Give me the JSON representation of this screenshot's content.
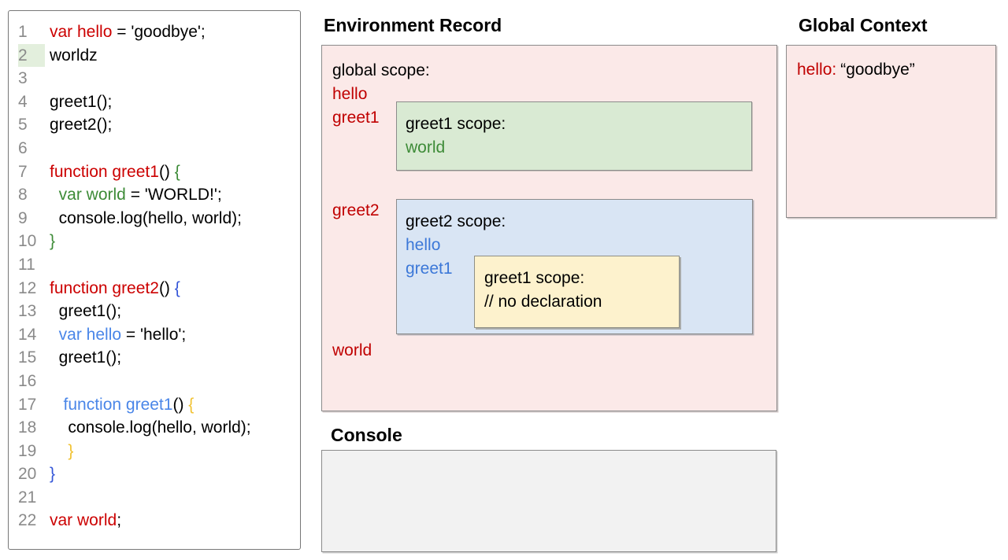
{
  "code": {
    "lines": [
      {
        "num": "1",
        "hl": false,
        "tokens": [
          [
            "red",
            "var hello"
          ],
          [
            "",
            " = 'goodbye';"
          ]
        ]
      },
      {
        "num": "2",
        "hl": true,
        "tokens": [
          [
            "",
            "worldz"
          ]
        ]
      },
      {
        "num": "3",
        "hl": false,
        "tokens": []
      },
      {
        "num": "4",
        "hl": false,
        "tokens": [
          [
            "",
            "greet1();"
          ]
        ]
      },
      {
        "num": "5",
        "hl": false,
        "tokens": [
          [
            "",
            "greet2();"
          ]
        ]
      },
      {
        "num": "6",
        "hl": false,
        "tokens": []
      },
      {
        "num": "7",
        "hl": false,
        "tokens": [
          [
            "red",
            "function greet1"
          ],
          [
            "",
            "() "
          ],
          [
            "green",
            "{"
          ]
        ]
      },
      {
        "num": "8",
        "hl": false,
        "tokens": [
          [
            "",
            "  "
          ],
          [
            "green",
            "var world"
          ],
          [
            "",
            " = 'WORLD!';"
          ]
        ]
      },
      {
        "num": "9",
        "hl": false,
        "tokens": [
          [
            "",
            "  console.log(hello, world);"
          ]
        ]
      },
      {
        "num": "10",
        "hl": false,
        "tokens": [
          [
            "green",
            "}"
          ]
        ]
      },
      {
        "num": "11",
        "hl": false,
        "tokens": []
      },
      {
        "num": "12",
        "hl": false,
        "tokens": [
          [
            "red",
            "function greet2"
          ],
          [
            "",
            "() "
          ],
          [
            "bluebr",
            "{"
          ]
        ]
      },
      {
        "num": "13",
        "hl": false,
        "tokens": [
          [
            "",
            "  greet1();"
          ]
        ]
      },
      {
        "num": "14",
        "hl": false,
        "tokens": [
          [
            "",
            "  "
          ],
          [
            "blue",
            "var hello"
          ],
          [
            "",
            " = 'hello';"
          ]
        ]
      },
      {
        "num": "15",
        "hl": false,
        "tokens": [
          [
            "",
            "  greet1();"
          ]
        ]
      },
      {
        "num": "16",
        "hl": false,
        "tokens": []
      },
      {
        "num": "17",
        "hl": false,
        "tokens": [
          [
            "",
            "   "
          ],
          [
            "blue",
            "function greet1"
          ],
          [
            "",
            "() "
          ],
          [
            "yellow",
            "{"
          ]
        ]
      },
      {
        "num": "18",
        "hl": false,
        "tokens": [
          [
            "",
            "    console.log(hello, world);"
          ]
        ]
      },
      {
        "num": "19",
        "hl": false,
        "tokens": [
          [
            "",
            "    "
          ],
          [
            "yellow",
            "}"
          ]
        ]
      },
      {
        "num": "20",
        "hl": false,
        "tokens": [
          [
            "bluebr",
            "}"
          ]
        ]
      },
      {
        "num": "21",
        "hl": false,
        "tokens": []
      },
      {
        "num": "22",
        "hl": false,
        "tokens": [
          [
            "red",
            "var world"
          ],
          [
            "",
            ";"
          ]
        ]
      }
    ]
  },
  "environment_record": {
    "title": "Environment Record",
    "scope_label": "global scope:",
    "vars": [
      "hello",
      "greet1",
      "greet2",
      "world"
    ],
    "greet1_scope": {
      "title": "greet1 scope:",
      "vars": [
        "world"
      ]
    },
    "greet2_scope": {
      "title": "greet2 scope:",
      "vars": [
        "hello",
        "greet1"
      ],
      "inner_scope": {
        "title": "greet1 scope:",
        "comment": "// no declaration"
      }
    }
  },
  "global_context": {
    "title": "Global Context",
    "entry": {
      "key": "hello:",
      "value": "“goodbye”"
    }
  },
  "console": {
    "title": "Console",
    "content": ""
  },
  "colors": {
    "code_red": "#cc0000",
    "code_green": "#3d8b37",
    "code_blue": "#4a86e8",
    "code_brace_blue": "#3456d8",
    "code_brace_yellow": "#f1c232",
    "line_number_gray": "#8a8a8a",
    "line2_highlight": "#e3efdd",
    "er_box_bg": "#fbe9e8",
    "greet1_box_bg": "#d9ead3",
    "greet2_box_bg": "#d9e5f4",
    "inner_box_bg": "#fdf2cd",
    "console_bg": "#f2f2f2",
    "er_red": "#c00000",
    "er_blue": "#3c78d8",
    "border_gray": "#8b8b8b"
  }
}
